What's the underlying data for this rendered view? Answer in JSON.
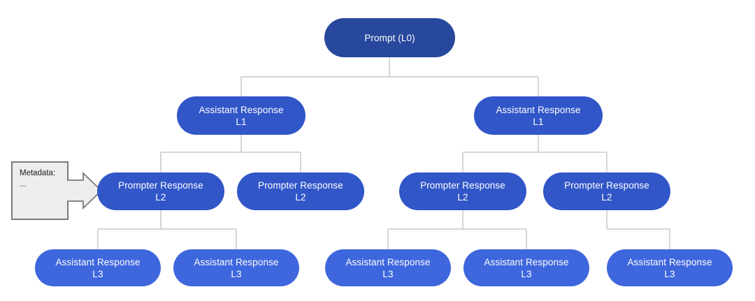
{
  "diagram": {
    "colors": {
      "background": "#FFFFFF",
      "root_fill": "#27489C",
      "branch_fill": "#3156C8",
      "leaf_fill": "#3E66DD",
      "node_text": "#FFFFFF",
      "connector": "#C9C9C9",
      "note_fill": "#EDEDED",
      "note_border": "#7A7A7A",
      "note_text": "#1A1A1A"
    },
    "nodes": {
      "root": {
        "label": "Prompt (L0)"
      },
      "l1_left": {
        "line1": "Assistant Response",
        "line2": "L1"
      },
      "l1_right": {
        "line1": "Assistant Response",
        "line2": "L1"
      },
      "l2_1": {
        "line1": "Prompter Response",
        "line2": "L2"
      },
      "l2_2": {
        "line1": "Prompter Response",
        "line2": "L2"
      },
      "l2_3": {
        "line1": "Prompter Response",
        "line2": "L2"
      },
      "l2_4": {
        "line1": "Prompter Response",
        "line2": "L2"
      },
      "l3_1": {
        "line1": "Assistant Response",
        "line2": "L3"
      },
      "l3_2": {
        "line1": "Assistant Response",
        "line2": "L3"
      },
      "l3_3": {
        "line1": "Assistant Response",
        "line2": "L3"
      },
      "l3_4": {
        "line1": "Assistant Response",
        "line2": "L3"
      },
      "l3_5": {
        "line1": "Assistant Response",
        "line2": "L3"
      }
    },
    "metadata_note": {
      "title": "Metadata:",
      "body": "..."
    }
  }
}
